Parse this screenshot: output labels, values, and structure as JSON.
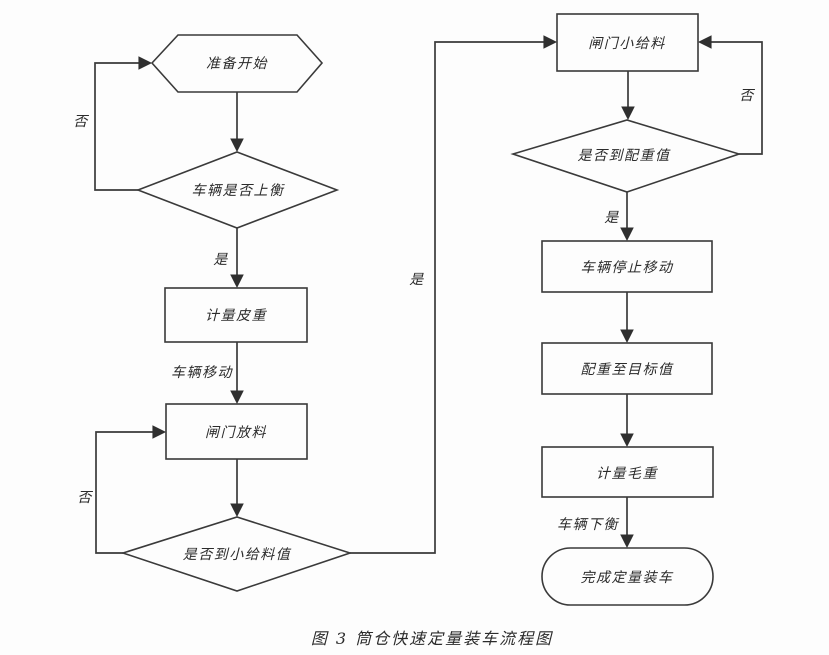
{
  "diagram": {
    "caption": "图 3  筒仓快速定量装车流程图",
    "nodes": {
      "start": "准备开始",
      "vehicle_on_scale": "车辆是否上衡",
      "tare_weight": "计量皮重",
      "gate_discharge": "闸门放料",
      "small_feed_reached": "是否到小给料值",
      "gate_small_feed": "闸门小给料",
      "counterweight_reached": "是否到配重值",
      "vehicle_stop": "车辆停止移动",
      "counterweight_target": "配重至目标值",
      "gross_weight": "计量毛重",
      "finish": "完成定量装车"
    },
    "labels": {
      "no_on_scale": "否",
      "yes_on_scale": "是",
      "vehicle_move": "车辆移动",
      "no_small_feed": "否",
      "yes_small_feed": "是",
      "no_counterweight": "否",
      "yes_counterweight": "是",
      "vehicle_off_scale": "车辆下衡"
    },
    "colors": {
      "line": "#3a3a3a",
      "text": "#2b2b2b",
      "background": "#fdfdfd"
    }
  }
}
